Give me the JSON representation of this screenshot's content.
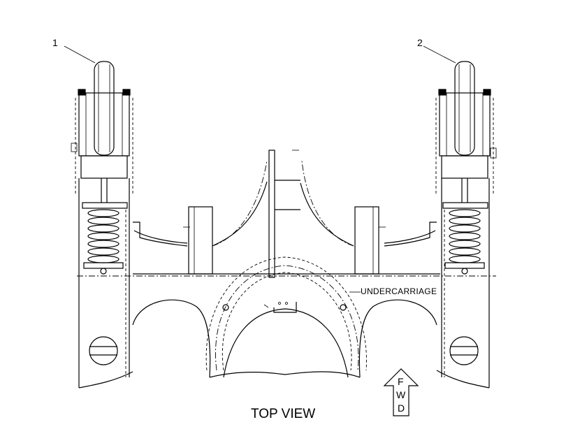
{
  "callouts": [
    "1",
    "2"
  ],
  "labels": {
    "undercarriage": "UNDERCARRIAGE",
    "view_title": "TOP VIEW"
  },
  "fwd_arrow": [
    "F",
    "W",
    "D"
  ]
}
